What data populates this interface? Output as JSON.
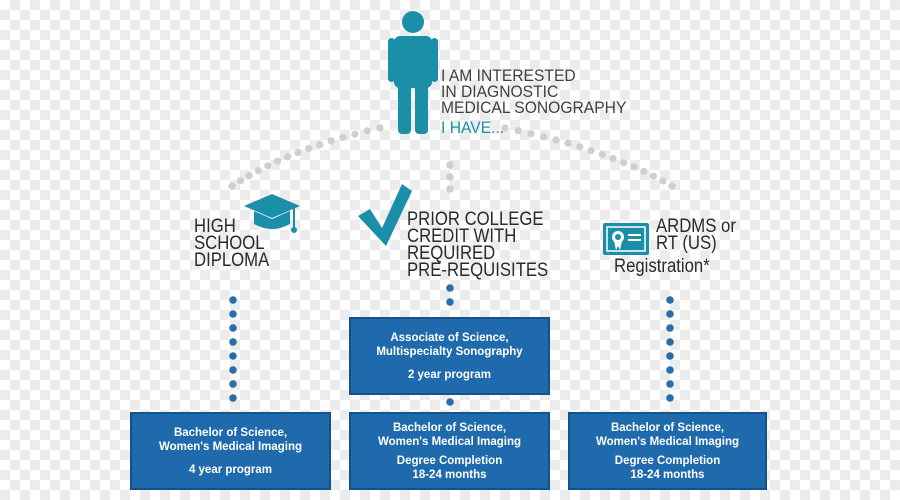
{
  "colors": {
    "teal": "#1c8fa8",
    "box_blue": "#1f6aad",
    "text_dark": "#404040",
    "dot_grey": "#cfcfcf",
    "dot_blue": "#2a6ea9"
  },
  "top": {
    "icon": "person-icon",
    "lines": [
      "I AM INTERESTED",
      "IN DIAGNOSTIC",
      "MEDICAL SONOGRAPHY"
    ],
    "i_have": "I HAVE..."
  },
  "paths": [
    {
      "icon": "graduation-cap-icon",
      "label": [
        "HIGH",
        "SCHOOL",
        "DIPLOMA"
      ]
    },
    {
      "icon": "checkmark-icon",
      "label": [
        "PRIOR COLLEGE",
        "CREDIT WITH",
        "REQUIRED",
        "PRE-REQUISITES"
      ]
    },
    {
      "icon": "certificate-icon",
      "label": [
        "ARDMS or",
        "RT (US)",
        "Registration*"
      ]
    }
  ],
  "boxes": {
    "associate": {
      "title_1": "Associate of Science,",
      "title_2": "Multispecialty Sonography",
      "duration": "2 year program"
    },
    "bachelor_left": {
      "title_1": "Bachelor of Science,",
      "title_2": "Women's Medical Imaging",
      "duration": "4 year program"
    },
    "bachelor_middle": {
      "title_1": "Bachelor of Science,",
      "title_2": "Women's Medical Imaging",
      "duration_1": "Degree Completion",
      "duration_2": "18-24 months"
    },
    "bachelor_right": {
      "title_1": "Bachelor of Science,",
      "title_2": "Women's Medical Imaging",
      "duration_1": "Degree Completion",
      "duration_2": "18-24 months"
    }
  }
}
